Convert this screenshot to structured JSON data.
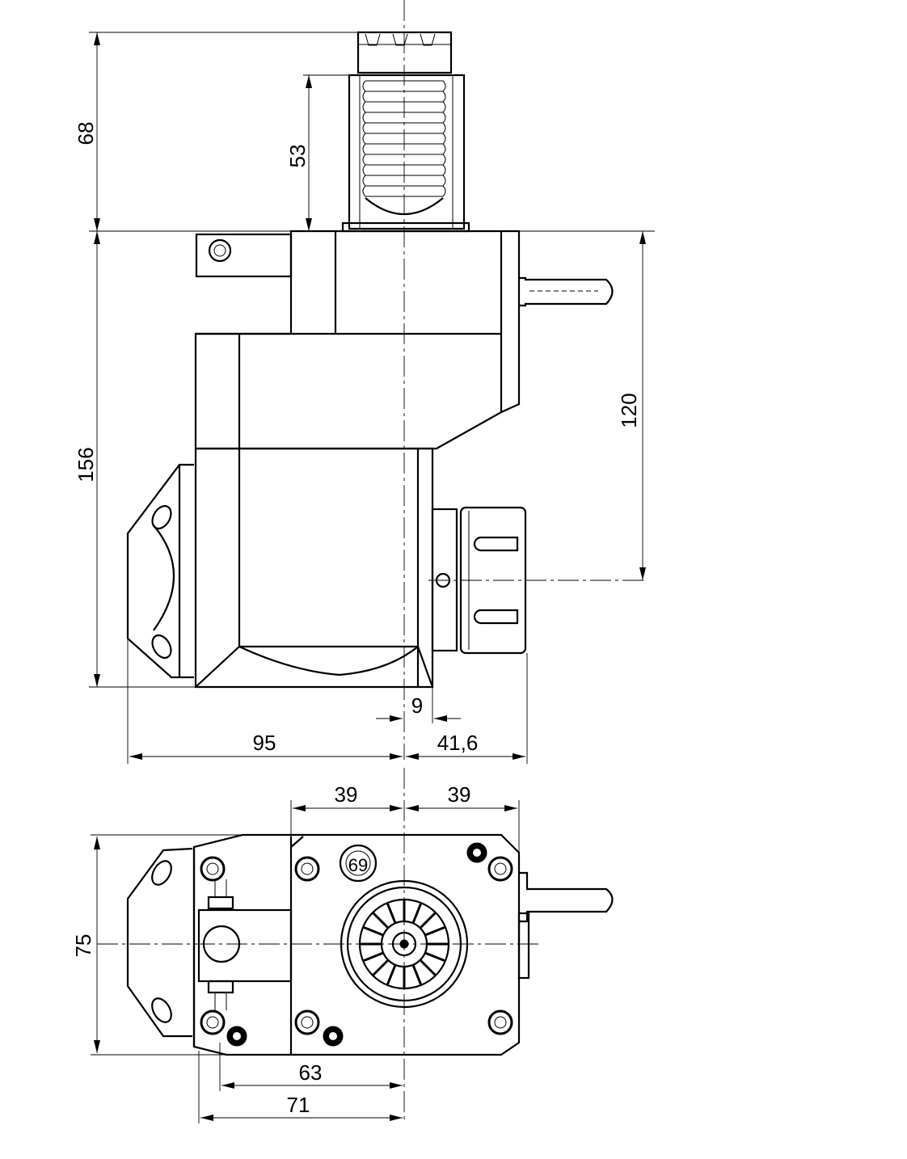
{
  "drawing": {
    "views": [
      "side-view",
      "top-view"
    ],
    "dimensions": {
      "total_height_top": "68",
      "shank_height": "53",
      "body_height": "156",
      "collet_axis_height": "120",
      "offset": "9",
      "width_left": "95",
      "width_right": "41,6",
      "top_half_left": "39",
      "top_half_right": "39",
      "depth": "75",
      "bolt_span": "63",
      "base_span": "71",
      "collet_marking": "69"
    }
  }
}
